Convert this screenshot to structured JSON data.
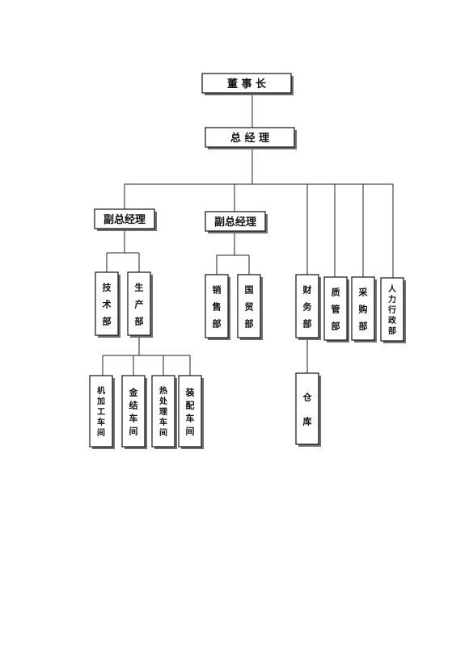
{
  "diagram": {
    "type": "org-chart",
    "nodes": [
      {
        "id": "chairman",
        "label": "董 事 长",
        "orientation": "horizontal"
      },
      {
        "id": "gm",
        "label": "总 经 理",
        "orientation": "horizontal"
      },
      {
        "id": "vp1",
        "label": "副总经理",
        "orientation": "horizontal"
      },
      {
        "id": "vp2",
        "label": "副总经理",
        "orientation": "horizontal"
      },
      {
        "id": "tech",
        "label": "技术部",
        "orientation": "vertical"
      },
      {
        "id": "prod",
        "label": "生产部",
        "orientation": "vertical"
      },
      {
        "id": "sales",
        "label": "销售部",
        "orientation": "vertical"
      },
      {
        "id": "trade",
        "label": "国贸部",
        "orientation": "vertical"
      },
      {
        "id": "finance",
        "label": "财务部",
        "orientation": "vertical"
      },
      {
        "id": "qc",
        "label": "质管部",
        "orientation": "vertical"
      },
      {
        "id": "purchase",
        "label": "采购部",
        "orientation": "vertical"
      },
      {
        "id": "hr",
        "label": "人力行政部",
        "orientation": "vertical"
      },
      {
        "id": "machining",
        "label": "机加工车间",
        "orientation": "vertical"
      },
      {
        "id": "metal",
        "label": "金结车间",
        "orientation": "vertical"
      },
      {
        "id": "heat",
        "label": "热处理车间",
        "orientation": "vertical"
      },
      {
        "id": "assembly",
        "label": "装配车间",
        "orientation": "vertical"
      },
      {
        "id": "warehouse",
        "label": "仓库",
        "orientation": "vertical"
      }
    ],
    "edges": [
      [
        "chairman",
        "gm"
      ],
      [
        "gm",
        "vp1"
      ],
      [
        "gm",
        "vp2"
      ],
      [
        "gm",
        "finance"
      ],
      [
        "gm",
        "qc"
      ],
      [
        "gm",
        "purchase"
      ],
      [
        "gm",
        "hr"
      ],
      [
        "vp1",
        "tech"
      ],
      [
        "vp1",
        "prod"
      ],
      [
        "vp2",
        "sales"
      ],
      [
        "vp2",
        "trade"
      ],
      [
        "prod",
        "machining"
      ],
      [
        "prod",
        "metal"
      ],
      [
        "prod",
        "heat"
      ],
      [
        "prod",
        "assembly"
      ],
      [
        "finance",
        "warehouse"
      ]
    ]
  }
}
